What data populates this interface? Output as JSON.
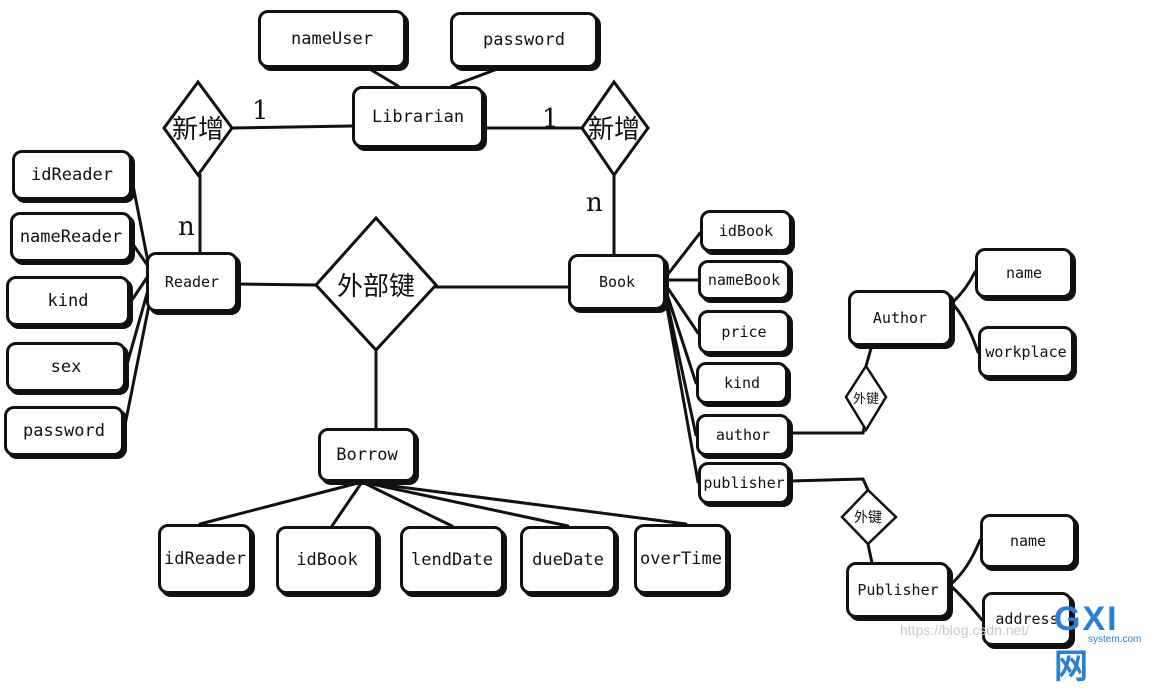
{
  "entities": {
    "librarian": "Librarian",
    "reader": "Reader",
    "book": "Book",
    "borrow": "Borrow",
    "author": "Author",
    "publisher": "Publisher"
  },
  "librarian_attrs": [
    "nameUser",
    "password"
  ],
  "reader_attrs": [
    "idReader",
    "nameReader",
    "kind",
    "sex",
    "password"
  ],
  "book_attrs": [
    "idBook",
    "nameBook",
    "price",
    "kind",
    "author",
    "publisher"
  ],
  "borrow_attrs": [
    "idReader",
    "idBook",
    "lendDate",
    "dueDate",
    "overTime"
  ],
  "author_attrs": [
    "name",
    "workplace"
  ],
  "publisher_attrs": [
    "name",
    "address"
  ],
  "relationships": {
    "add_left": "新增",
    "add_right": "新增",
    "foreign_key_main": "外部键",
    "foreign_key_author": "外键",
    "foreign_key_publisher": "外键"
  },
  "cardinalities": {
    "librarian_left": "1",
    "reader": "n",
    "librarian_right": "1",
    "book": "n"
  },
  "watermark": {
    "url_text": "https://blog.csdn.net/",
    "logo_text": "GXI网",
    "logo_sub": "system.com"
  }
}
